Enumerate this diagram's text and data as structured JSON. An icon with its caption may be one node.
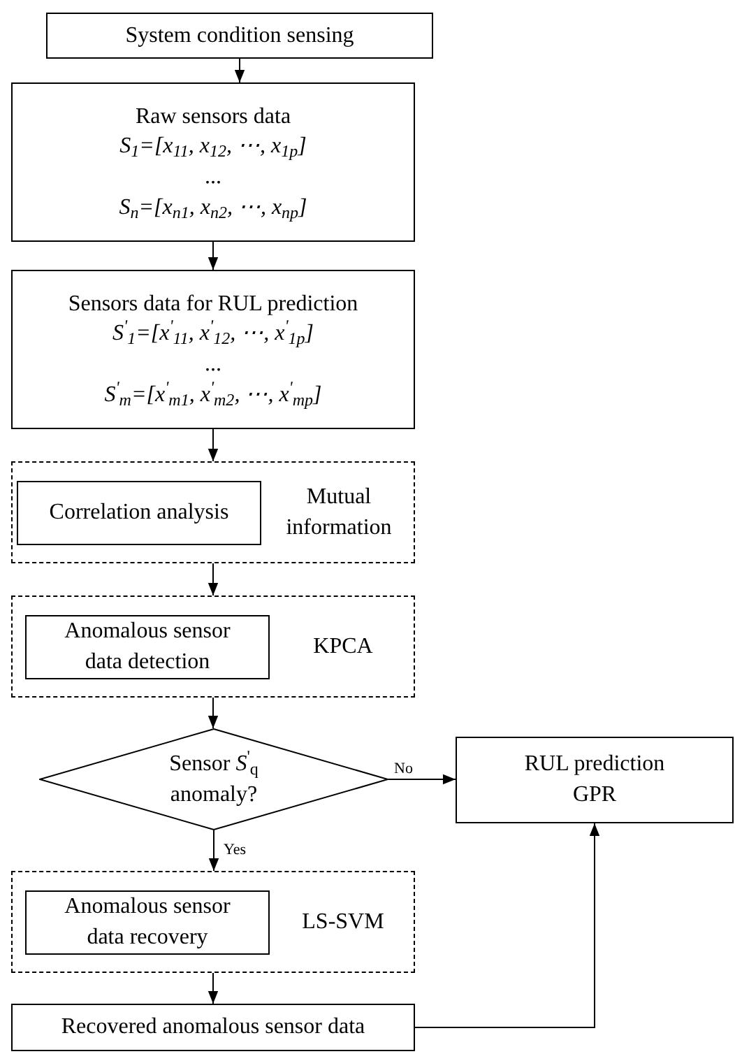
{
  "diagram": {
    "nodes": [
      {
        "text": [
          "System condition sensing"
        ]
      },
      {
        "text": [
          "Raw sensors data",
          "S$_{1}$=[x$_{11}$, x$_{12}$, ⋯, x$_{1p}$]",
          "...",
          "S$_{n}$=[x$_{n1}$, x$_{n2}$, ⋯, x$_{np}$]"
        ]
      },
      {
        "text": [
          "Sensors data for RUL prediction",
          "S$^{'}$$_{1}$=[x$^{'}$$_{11}$, x$^{'}$$_{12}$, ⋯, x$^{'}$$_{1p}$]",
          "...",
          "S$^{'}$$_{m}$=[x$^{'}$$_{m1}$, x$^{'}$$_{m2}$, ⋯, x$^{'}$$_{mp}$]"
        ]
      },
      {
        "text": [
          "Mutual information"
        ]
      },
      {
        "text": [
          "Correlation analysis"
        ],
        "in": 3
      },
      {
        "text": [
          "KPCA"
        ]
      },
      {
        "text": [
          "Anomalous sensor data detection"
        ],
        "in": 5
      },
      {
        "text": [
          "Sensor *S*$^{'}$$_{q}$ anomaly?"
        ]
      },
      {
        "text": [
          "RUL prediction",
          "GPR"
        ]
      },
      {
        "text": [
          "LS-SVM"
        ]
      },
      {
        "text": [
          "Anomalous sensor data recovery"
        ],
        "in": 9
      },
      {
        "text": [
          "Recovered anomalous sensor data"
        ]
      }
    ],
    "edges": [
      {
        "from": 0,
        "to": 1,
        "arrow": "to"
      },
      {
        "from": 1,
        "to": 2,
        "arrow": "to"
      },
      {
        "from": 2,
        "to": 3,
        "arrow": "to"
      },
      {
        "from": 3,
        "to": 5,
        "arrow": "to"
      },
      {
        "from": 5,
        "to": 7,
        "arrow": "to"
      },
      {
        "from": 7,
        "to": 8,
        "arrow": "to",
        "label": "No"
      },
      {
        "from": 7,
        "to": 9,
        "arrow": "to",
        "label": "Yes"
      },
      {
        "from": 9,
        "to": 11,
        "arrow": "to"
      },
      {
        "from": 11,
        "to": 8,
        "arrow": "to"
      }
    ]
  }
}
